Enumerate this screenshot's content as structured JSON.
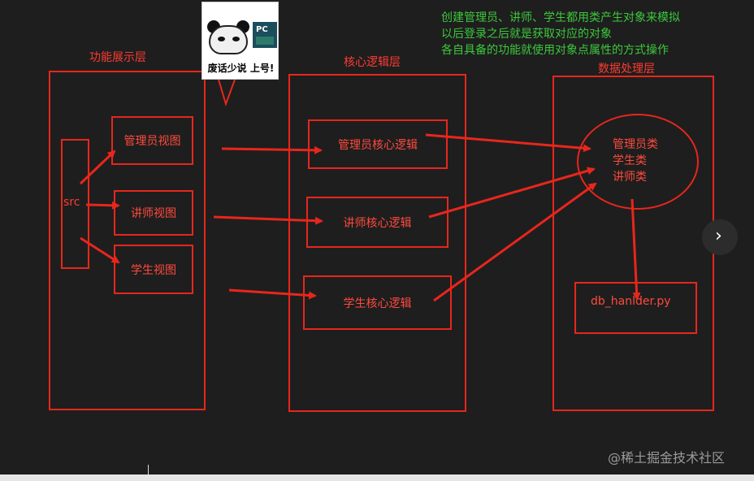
{
  "diagram": {
    "layers": {
      "presentation": "功能展示层",
      "core": "核心逻辑层",
      "data": "数据处理层"
    },
    "src_label": "src",
    "views": {
      "admin": "管理员视图",
      "teacher": "讲师视图",
      "student": "学生视图"
    },
    "core_logic": {
      "admin": "管理员核心逻辑",
      "teacher": "讲师核心逻辑",
      "student": "学生核心逻辑"
    },
    "classes": [
      "管理员类",
      "学生类",
      "讲师类"
    ],
    "db_handler": "db_hanlder.py",
    "notes": [
      "创建管理员、讲师、学生都用类产生对象来模拟",
      "以后登录之后就是获取对应的对象",
      "各自具备的功能就使用对象点属性的方式操作"
    ]
  },
  "sticker": {
    "text": "废话少说 上号!",
    "badge": "PC"
  },
  "watermark": "@稀土掘金技术社区",
  "colors": {
    "line": "#e8261c",
    "text_red": "#ff4a3d",
    "note_green": "#3cc83c",
    "background": "#1e1e1e"
  },
  "icons": {
    "next": "chevron-right-icon",
    "sticker": "panda-meme-icon"
  }
}
